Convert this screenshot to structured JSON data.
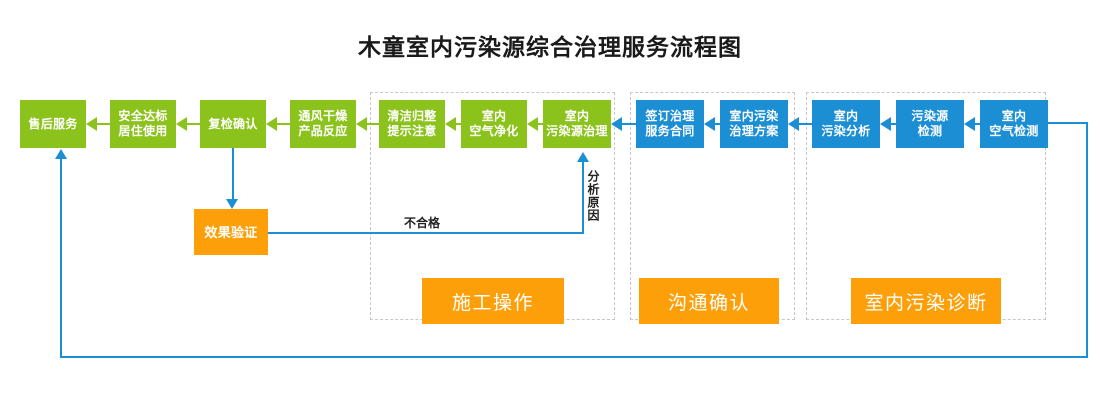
{
  "title": "木童室内污染源综合治理服务流程图",
  "palette": {
    "green": "#8cc21c",
    "blue": "#1b8ed4",
    "orange": "#fc9f09",
    "dashed_border": "#c7c7c7",
    "text_dark": "#222222",
    "background": "#ffffff"
  },
  "nodes": {
    "green": [
      {
        "id": "after-sales-service",
        "label": "售后服务"
      },
      {
        "id": "safety-standard-occupancy",
        "label": "安全达标\n居住使用"
      },
      {
        "id": "recheck-confirmation",
        "label": "复检确认"
      },
      {
        "id": "ventilation-drying",
        "label": "通风干燥\n产品反应"
      },
      {
        "id": "cleaning-tidying",
        "label": "清洁归整\n提示注意"
      },
      {
        "id": "indoor-air-purification",
        "label": "室内\n空气净化"
      },
      {
        "id": "indoor-pollution-treatment",
        "label": "室内\n污染源治理"
      }
    ],
    "blue": [
      {
        "id": "sign-service-contract",
        "label": "签订治理\n服务合同"
      },
      {
        "id": "treatment-plan",
        "label": "室内污染\n治理方案"
      },
      {
        "id": "indoor-pollution-analysis",
        "label": "室内\n污染分析"
      },
      {
        "id": "pollution-source-detection",
        "label": "污染源\n检测"
      },
      {
        "id": "indoor-air-detection",
        "label": "室内\n空气检测"
      }
    ],
    "orange": [
      {
        "id": "effect-verification",
        "label": "效果验证"
      }
    ]
  },
  "phase_labels": [
    {
      "id": "construction-operation",
      "label": "施工操作"
    },
    {
      "id": "communication-confirm",
      "label": "沟通确认"
    },
    {
      "id": "indoor-pollution-diagnosis",
      "label": "室内污染诊断"
    }
  ],
  "edge_labels": {
    "unqualified": "不合格",
    "analyze_cause": "分析原因"
  }
}
